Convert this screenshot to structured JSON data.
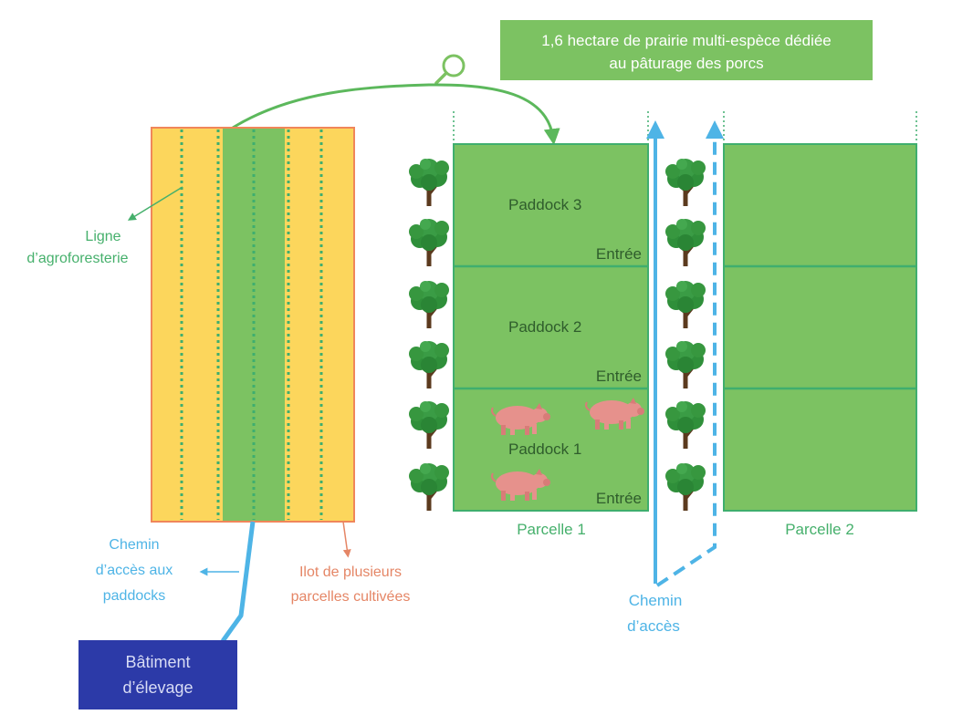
{
  "colors": {
    "field_yellow": "#fcd65c",
    "field_border": "#f0865a",
    "grass": "#7cc262",
    "grass_border": "#3fae6e",
    "green_text": "#46b06c",
    "blue_path": "#4eb4e6",
    "building": "#2c3aa8",
    "salmon_text": "#e58666",
    "pig": "#e6918c",
    "tree_leaf": "#2f8f3a",
    "tree_trunk": "#5b3a1e"
  },
  "header": {
    "line1": "1,6 hectare de prairie multi-espèce dédiée",
    "line2": "au pâturage des porcs"
  },
  "left": {
    "agro_line1": "Ligne",
    "agro_line2": "d’agroforesterie",
    "path_line1": "Chemin",
    "path_line2": "d’accès aux",
    "path_line3": "paddocks",
    "ilot_line1": "Ilot de plusieurs",
    "ilot_line2": "parcelles cultivées",
    "building_line1": "Bâtiment",
    "building_line2": "d’élevage"
  },
  "parcelle1": {
    "label": "Parcelle 1",
    "paddocks": [
      {
        "name": "Paddock 3",
        "entry": "Entrée"
      },
      {
        "name": "Paddock 2",
        "entry": "Entrée"
      },
      {
        "name": "Paddock 1",
        "entry": "Entrée"
      }
    ]
  },
  "parcelle2": {
    "label": "Parcelle 2"
  },
  "access": {
    "line1": "Chemin",
    "line2": "d’accès"
  },
  "icons": {
    "magnifier": "magnifier-icon",
    "tree": "tree-icon",
    "pig": "pig-icon"
  }
}
